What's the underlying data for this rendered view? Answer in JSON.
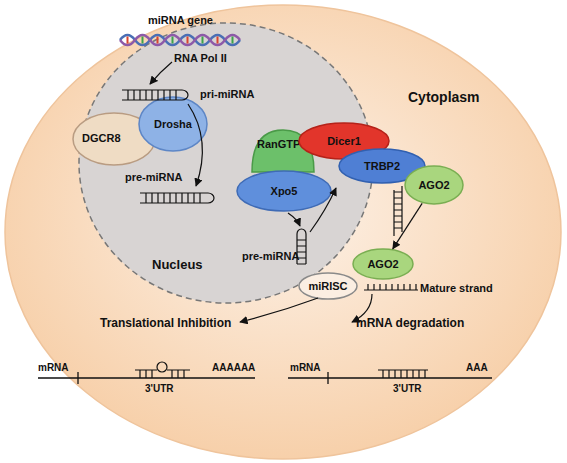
{
  "diagram": {
    "nodes": [
      {
        "text": [
          "Cytoplasm"
        ]
      },
      {
        "text": [
          "Nucleus"
        ],
        "in": 0
      },
      {
        "text": [
          "DGCR8"
        ],
        "in": 1
      },
      {
        "text": [
          "Drosha"
        ],
        "in": 1
      },
      {
        "text": [
          "RanGTP"
        ],
        "in": 1
      },
      {
        "text": [
          "Xpo5"
        ],
        "in": 1
      },
      {
        "text": [
          "Dicer1"
        ],
        "in": 0
      },
      {
        "text": [
          "TRBP2"
        ],
        "in": 0
      },
      {
        "text": [
          "AGO2"
        ],
        "in": 0
      },
      {
        "text": [
          "AGO2"
        ],
        "in": 0
      },
      {
        "text": [
          "miRISC"
        ],
        "in": 0
      }
    ],
    "edges": [
      {
        "from": 8,
        "to": 9,
        "arrow": "to"
      }
    ],
    "labels": [
      "miRNA gene",
      "RNA Pol II",
      "pri-miRNA",
      "pre-miRNA",
      "pre-miRNA",
      "Mature strand",
      "Translational Inhibition",
      "mRNA degradation",
      "mRNA",
      "3'UTR",
      "AAAAAA",
      "mRNA",
      "3'UTR",
      "AAA"
    ]
  }
}
